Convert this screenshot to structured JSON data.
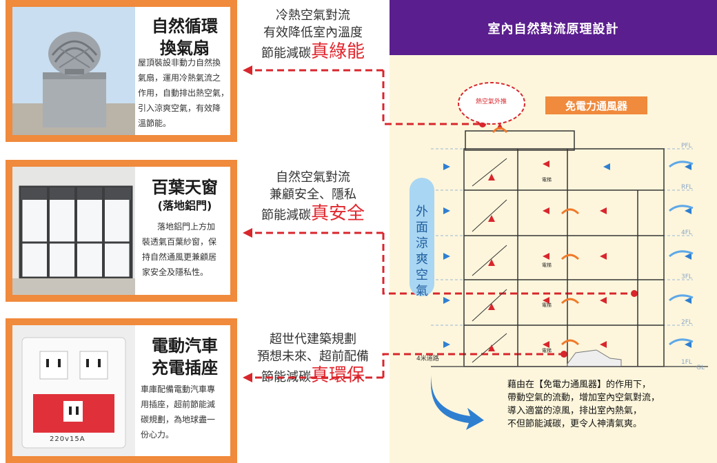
{
  "cards": [
    {
      "title_line1": "自然循環",
      "title_line2": "換氣扇",
      "desc": [
        "屋頂裝設非動力自然換",
        "氣扇，運用冷熱氣流之",
        "作用，自動排出熱空氣，",
        "引入涼爽空氣，有效降",
        "溫節能。"
      ]
    },
    {
      "title_line1": "百葉天窗",
      "title_line2": "(落地鋁門)",
      "desc": [
        "落地鋁門上方加",
        "裝透氣百葉紗窗，保",
        "持自然通風更兼顧居",
        "家安全及隱私性。"
      ]
    },
    {
      "title_line1": "電動汽車",
      "title_line2": "充電插座",
      "desc": [
        "車庫配備電動汽車專",
        "用插座，超前節能減",
        "碳規劃，為地球盡一",
        "份心力。"
      ],
      "plate_label": "220v15A"
    }
  ],
  "middle": [
    {
      "line1": "冷熱空氣對流",
      "line2": "有效降低室內溫度",
      "prefix": "節能減碳",
      "highlight": "真綠能"
    },
    {
      "line1": "自然空氣對流",
      "line2": "兼顧安全、隱私",
      "prefix": "節能減碳",
      "highlight": "真安全"
    },
    {
      "line1": "超世代建築規劃",
      "line2": "預想未來、超前配備",
      "prefix": "節能減碳",
      "highlight": "真環保"
    }
  ],
  "diagram": {
    "header": "室內自然對流原理設計",
    "hot_air": "熱空氣外推",
    "fan_banner": "免電力通風器",
    "outside_air": [
      "外",
      "面",
      "涼",
      "爽",
      "空",
      "氣"
    ],
    "floors": [
      "PFL",
      "RFL",
      "4FL",
      "3FL",
      "2FL",
      "1FL",
      "GL"
    ],
    "road": "4米道路",
    "elevator": "電梯",
    "caption": [
      "藉由在【免電力通風器】的作用下，",
      "帶動空氣的流動，增加室內空氣對流，",
      "導入適當的涼風，排出室內熱氣，",
      "不但節能減碳，更令人神清氣爽。"
    ]
  },
  "colors": {
    "orange": "#f08a3c",
    "purple": "#5a1e8e",
    "red": "#e1262d",
    "panel": "#fdf6dc",
    "cool": "#2f7fd1"
  }
}
